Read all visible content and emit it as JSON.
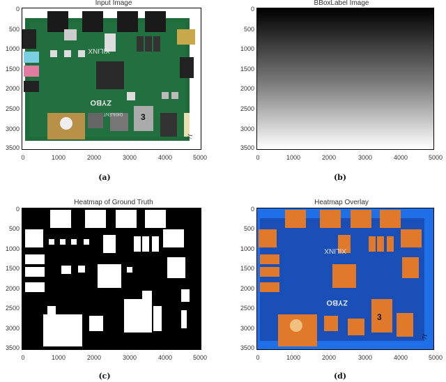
{
  "panels": [
    {
      "id": "a",
      "title": "Input Image",
      "caption": "(a)",
      "y_ticks": [
        "0",
        "500",
        "1000",
        "1500",
        "2000",
        "2500",
        "3000",
        "3500"
      ],
      "x_ticks": [
        "0",
        "1000",
        "2000",
        "3000",
        "4000",
        "5000"
      ],
      "board_text": [
        "XILINX",
        "ZYBO",
        "DIGILENT",
        "3",
        "7f"
      ]
    },
    {
      "id": "b",
      "title": "BBoxLabel Image",
      "caption": "(b)",
      "y_ticks": [
        "0",
        "500",
        "1000",
        "1500",
        "2000",
        "2500",
        "3000",
        "3500"
      ],
      "x_ticks": [
        "0",
        "1000",
        "2000",
        "3000",
        "4000",
        "5000"
      ]
    },
    {
      "id": "c",
      "title": "Heatmap of Ground Truth",
      "caption": "(c)",
      "y_ticks": [
        "0",
        "500",
        "1000",
        "1500",
        "2000",
        "2500",
        "3000",
        "3500"
      ],
      "x_ticks": [
        "0",
        "1000",
        "2000",
        "3000",
        "4000",
        "5000"
      ]
    },
    {
      "id": "d",
      "title": "Heatmap Overlay",
      "caption": "(d)",
      "y_ticks": [
        "0",
        "500",
        "1000",
        "1500",
        "2000",
        "2500",
        "3000",
        "3500"
      ],
      "x_ticks": [
        "0",
        "1000",
        "2000",
        "3000",
        "4000",
        "5000"
      ],
      "board_text": [
        "XILINX",
        "ZYBO",
        "3",
        "7f"
      ]
    }
  ],
  "colors": {
    "board_green": "#1f6b3a",
    "board_dark": "#154d2a",
    "overlay_blue": "#1e6fe8",
    "overlay_orange": "#e07a2a",
    "mask_white": "#ffffff",
    "mask_black": "#000000"
  }
}
